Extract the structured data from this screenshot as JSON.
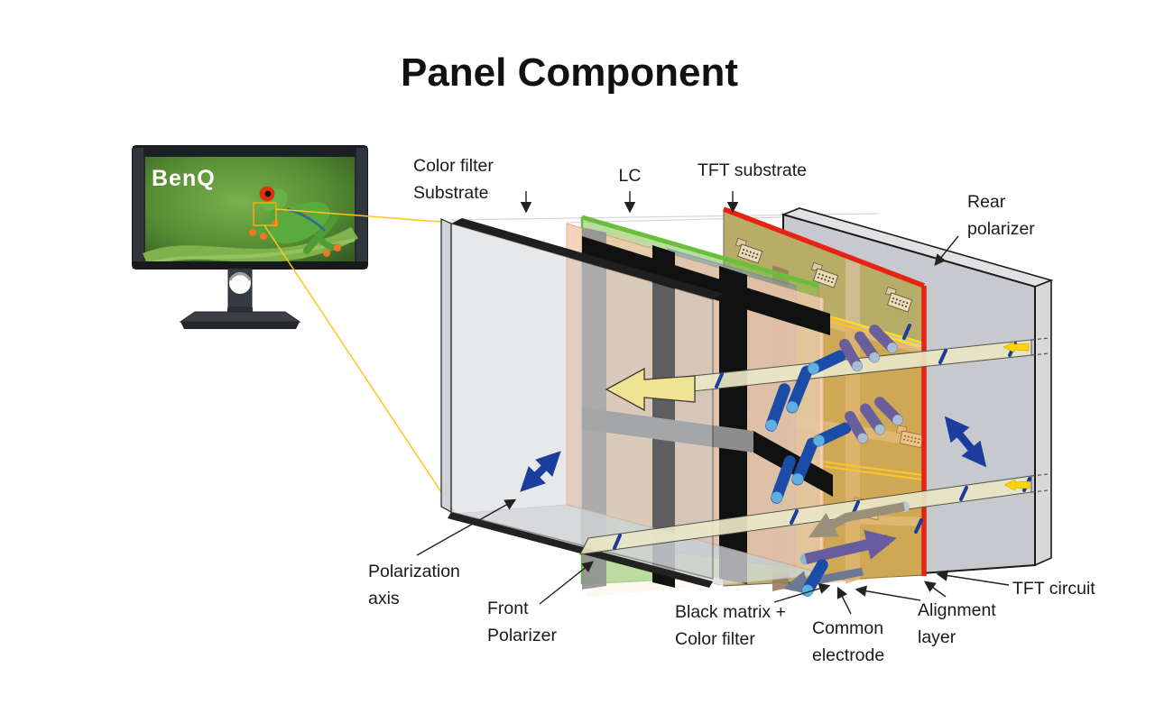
{
  "title": "Panel Component",
  "monitor": {
    "brand": "BenQ"
  },
  "labels": {
    "color_filter_substrate": {
      "line1": "Color filter",
      "line2": "Substrate"
    },
    "lc": "LC",
    "tft_substrate": "TFT substrate",
    "rear_polarizer": {
      "line1": "Rear",
      "line2": "polarizer"
    },
    "polarization_axis": {
      "line1": "Polarization",
      "line2": "axis"
    },
    "front_polarizer": {
      "line1": "Front",
      "line2": "Polarizer"
    },
    "black_matrix_color_filter": {
      "line1": "Black matrix +",
      "line2": "Color filter"
    },
    "common_electrode": {
      "line1": "Common",
      "line2": "electrode"
    },
    "alignment_layer": {
      "line1": "Alignment",
      "line2": "layer"
    },
    "tft_circuit": "TFT circuit"
  },
  "colors": {
    "background": "#ffffff",
    "title_text": "#111111",
    "label_text": "#1a1a1a",
    "polarizer_gray": "#c7c9ce",
    "color_filter_salmon": "#f3c9ad",
    "lc_blue": "#7e8ec0",
    "lc_green": "#7cc24e",
    "tft_olive": "#b7ad69",
    "alignment_orange": "#f0a23c",
    "alignment_red": "#e62315",
    "beam_body": "#eae7c6",
    "beam_arrow_yellow": "#f1e394",
    "light_arrow_yellow": "#ffd400",
    "polarization_navy": "#1b3e9e",
    "molecule_blue": "#1b4da8",
    "molecule_purple": "#6a5f9c",
    "zoom_line_yellow": "#ffc61a",
    "black_matrix": "#111111"
  }
}
